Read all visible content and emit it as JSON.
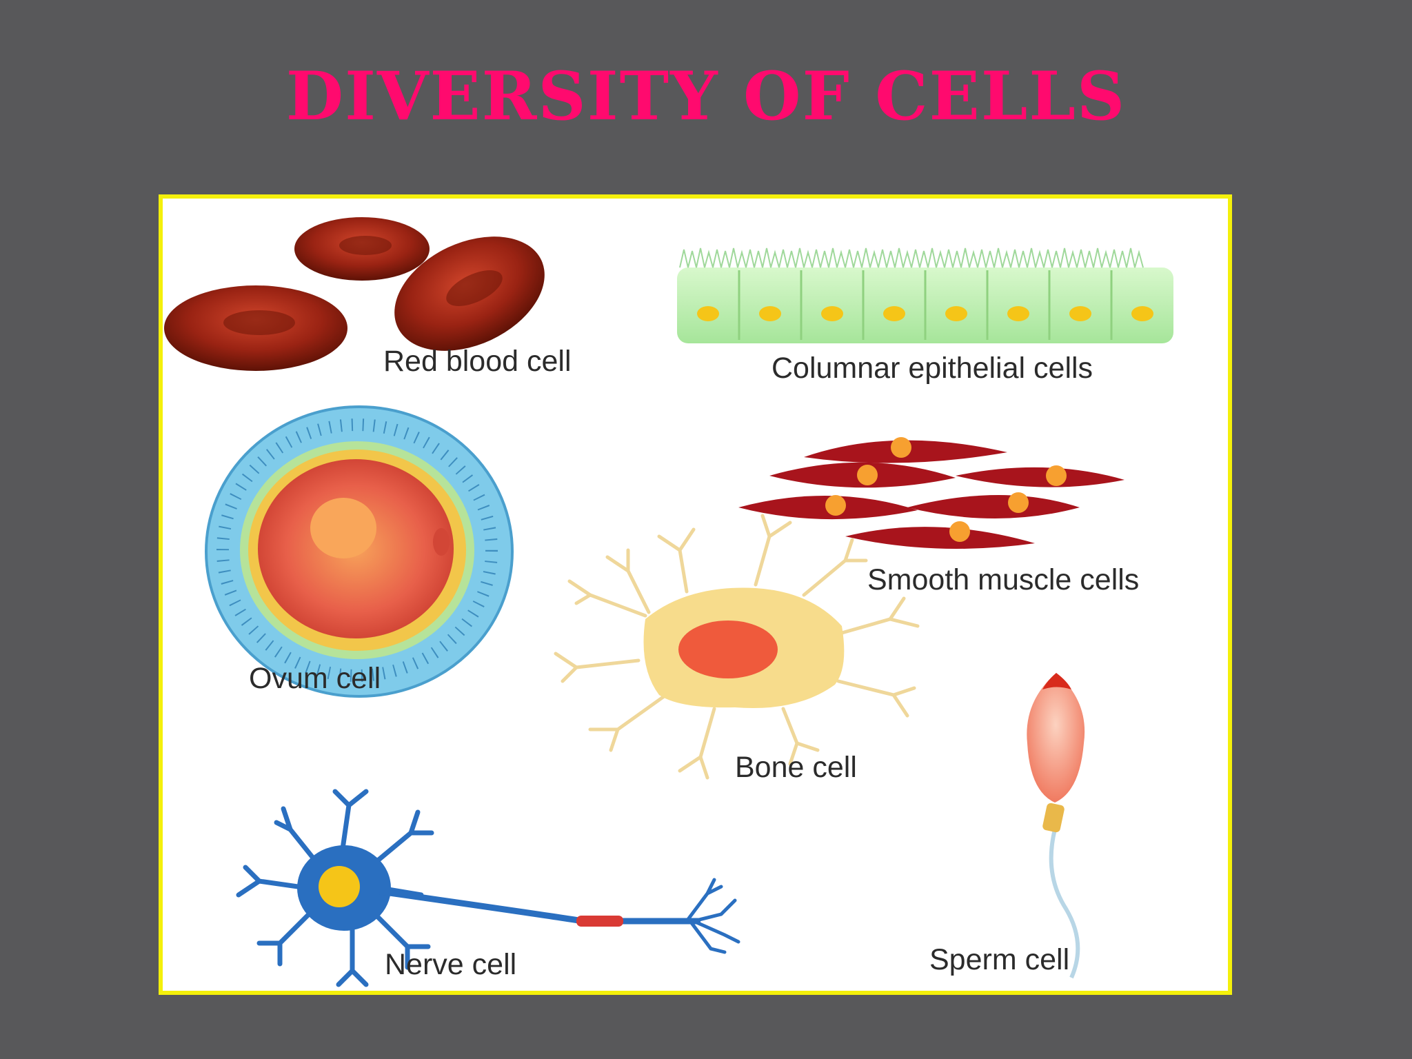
{
  "slide": {
    "title": "DIVERSITY OF CELLS"
  },
  "colors": {
    "background": "#58585a",
    "title": "#ff0a6e",
    "frame_border": "#f4f00b",
    "red_blood_cell": "#9a2313",
    "epithelial": "#b8eeb0",
    "nucleus_yellow": "#f5c518",
    "muscle": "#a8141c",
    "muscle_nucleus": "#f7a030",
    "ovum_outer": "#5cb8e0",
    "ovum_core": "#e8604a",
    "bone": "#f7dc8c",
    "nerve": "#2a6fc0",
    "sperm_head": "#f8a890"
  },
  "labels": {
    "red_blood_cell": "Red blood cell",
    "columnar_epithelial": "Columnar epithelial cells",
    "ovum": "Ovum cell",
    "smooth_muscle": "Smooth muscle cells",
    "bone": "Bone cell",
    "nerve": "Nerve cell",
    "sperm": "Sperm cell"
  }
}
